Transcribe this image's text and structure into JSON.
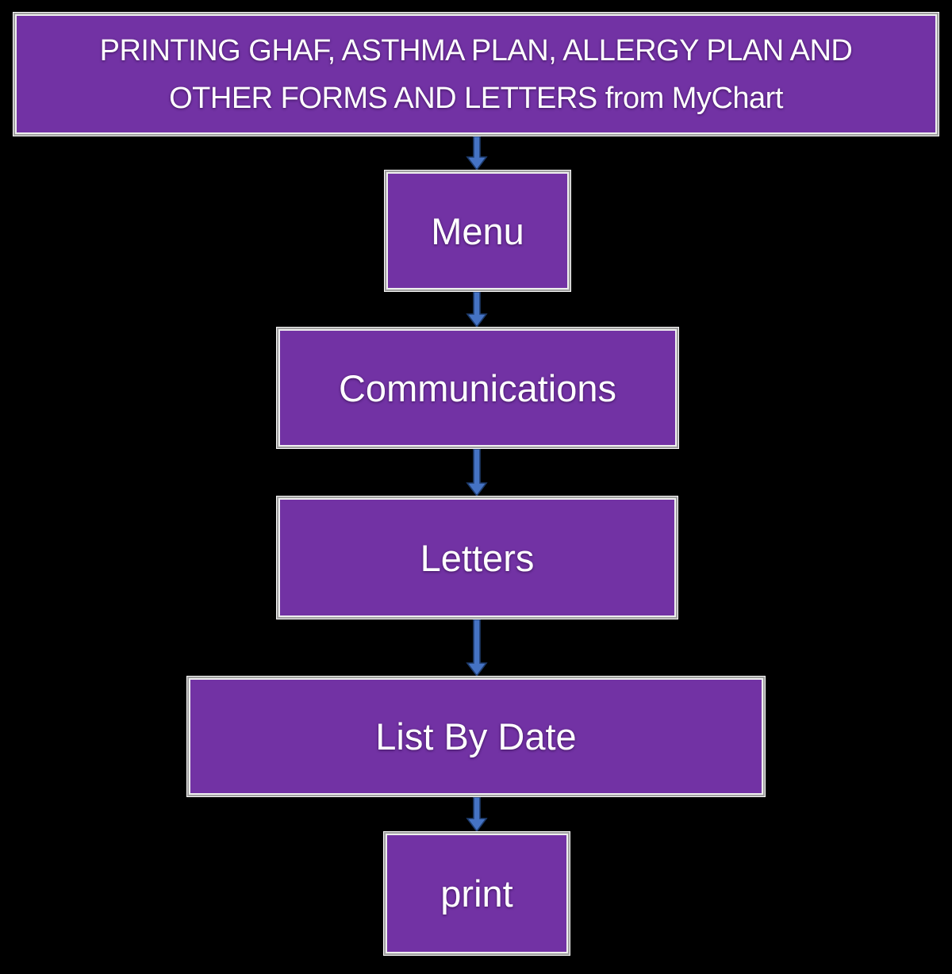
{
  "diagram": {
    "description": "Flowchart of steps to print forms and letters from MyChart",
    "colors": {
      "background": "#000000",
      "node_fill": "#7232A4",
      "node_border_outer": "#fbfbfb",
      "node_border_gray": "#a0a0a0",
      "node_border_inner": "#eeeeee",
      "text_color": "#ffffff",
      "arrow_fill": "#4573C4",
      "arrow_outline": "#1E3C6E"
    },
    "nodes": [
      {
        "id": "title",
        "label_lines": [
          "PRINTING GHAF, ASTHMA PLAN, ALLERGY PLAN AND",
          "OTHER FORMS AND LETTERS from MyChart"
        ]
      },
      {
        "id": "menu",
        "label": "Menu"
      },
      {
        "id": "communications",
        "label": "Communications"
      },
      {
        "id": "letters",
        "label": "Letters"
      },
      {
        "id": "list-by-date",
        "label": "List By Date"
      },
      {
        "id": "print",
        "label": "print"
      }
    ],
    "edges": [
      {
        "from": "title",
        "to": "menu"
      },
      {
        "from": "menu",
        "to": "communications"
      },
      {
        "from": "communications",
        "to": "letters"
      },
      {
        "from": "letters",
        "to": "list-by-date"
      },
      {
        "from": "list-by-date",
        "to": "print"
      }
    ]
  }
}
